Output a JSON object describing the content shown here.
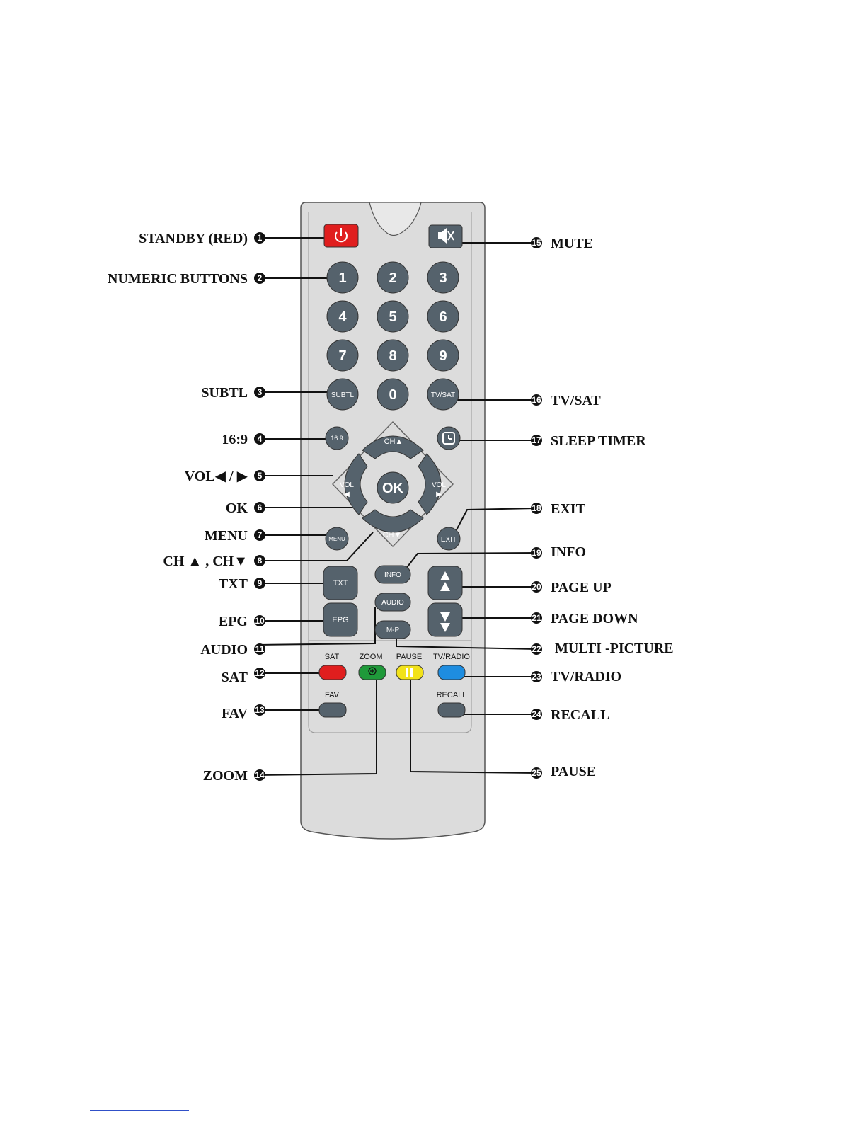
{
  "remote": {
    "numeric_keys": [
      "1",
      "2",
      "3",
      "4",
      "5",
      "6",
      "7",
      "8",
      "9",
      "0"
    ],
    "subtl_key": "SUBTL",
    "tvsat_key": "TV/SAT",
    "aspect_key": "16:9",
    "ch_up_key": "CH▲",
    "ch_down_key": "CH▼",
    "vol_left_key": [
      "VOL",
      "◀"
    ],
    "vol_right_key": [
      "VOL",
      "▶"
    ],
    "ok_key": "OK",
    "menu_key": "MENU",
    "exit_key": "EXIT",
    "txt_key": "TXT",
    "epg_key": "EPG",
    "info_key": "INFO",
    "audio_key": "AUDIO",
    "mp_key": "M-P",
    "captions": {
      "sat": "SAT",
      "zoom": "ZOOM",
      "pause": "PAUSE",
      "tvradio": "TV/RADIO",
      "fav": "FAV",
      "recall": "RECALL"
    },
    "colors": {
      "body": "#dcdcdc",
      "key": "#55626c",
      "red": "#e01e1e",
      "green": "#1f9a3a",
      "yellow": "#f2e21a",
      "blue": "#1e8de0"
    }
  },
  "callouts": {
    "left": [
      {
        "number": "1",
        "label": "STANDBY (RED)"
      },
      {
        "number": "2",
        "label": "NUMERIC BUTTONS"
      },
      {
        "number": "3",
        "label": "SUBTL"
      },
      {
        "number": "4",
        "label": "16:9"
      },
      {
        "number": "5",
        "label": "VOL◀ / ▶"
      },
      {
        "number": "6",
        "label": "OK"
      },
      {
        "number": "7",
        "label": "MENU"
      },
      {
        "number": "8",
        "label": "CH ▲ , CH▼"
      },
      {
        "number": "9",
        "label": "TXT"
      },
      {
        "number": "10",
        "label": "EPG"
      },
      {
        "number": "11",
        "label": "AUDIO"
      },
      {
        "number": "12",
        "label": "SAT"
      },
      {
        "number": "13",
        "label": "FAV"
      },
      {
        "number": "14",
        "label": "ZOOM"
      }
    ],
    "right": [
      {
        "number": "15",
        "label": "MUTE"
      },
      {
        "number": "16",
        "label": "TV/SAT"
      },
      {
        "number": "17",
        "label": "SLEEP TIMER"
      },
      {
        "number": "18",
        "label": "EXIT"
      },
      {
        "number": "19",
        "label": "INFO"
      },
      {
        "number": "20",
        "label": "PAGE UP"
      },
      {
        "number": "21",
        "label": "PAGE DOWN"
      },
      {
        "number": "22",
        "label": "MULTI -PICTURE"
      },
      {
        "number": "23",
        "label": "TV/RADIO"
      },
      {
        "number": "24",
        "label": "RECALL"
      },
      {
        "number": "25",
        "label": "PAUSE"
      }
    ]
  }
}
